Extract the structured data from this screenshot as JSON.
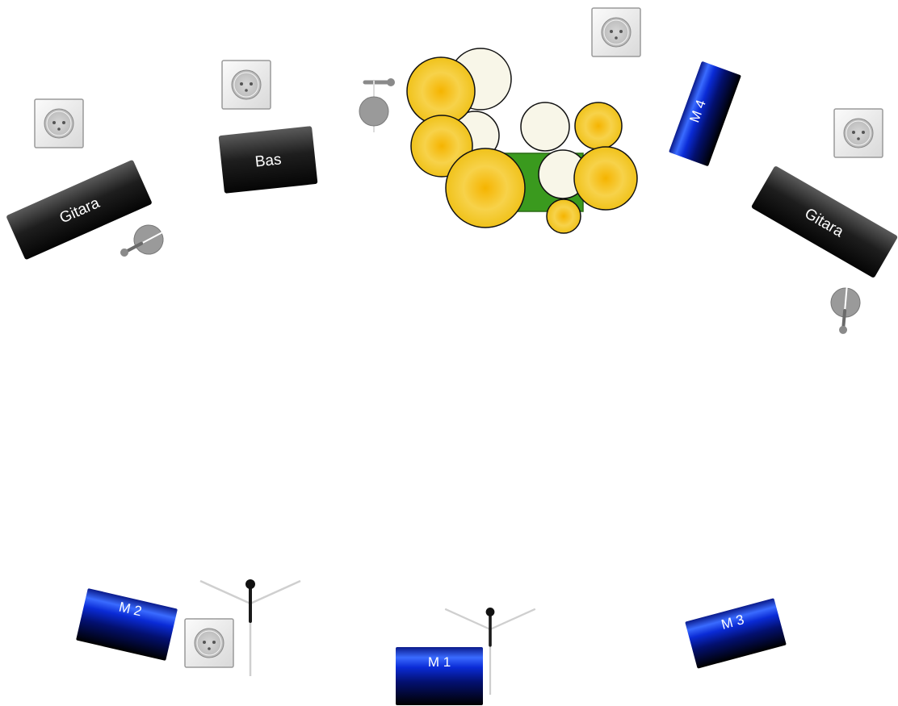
{
  "amps": {
    "guitar_left": "Gitara",
    "bass": "Bas",
    "guitar_right": "Gitara"
  },
  "monitors": {
    "m1": "M 1",
    "m2": "M 2",
    "m3": "M 3",
    "m4": "M 4"
  },
  "colors": {
    "amp": "#1a1a1a",
    "monitor": "#0a2bd6",
    "cymbal": "#f2c200",
    "drum_head": "#f8f6e8",
    "drum_rug": "#3a9a1e",
    "outlet": "#e6e6e6"
  },
  "icons": [
    "power-outlet-icon",
    "microphone-stand-icon",
    "amp-mic-icon",
    "drum-kit-icon"
  ]
}
